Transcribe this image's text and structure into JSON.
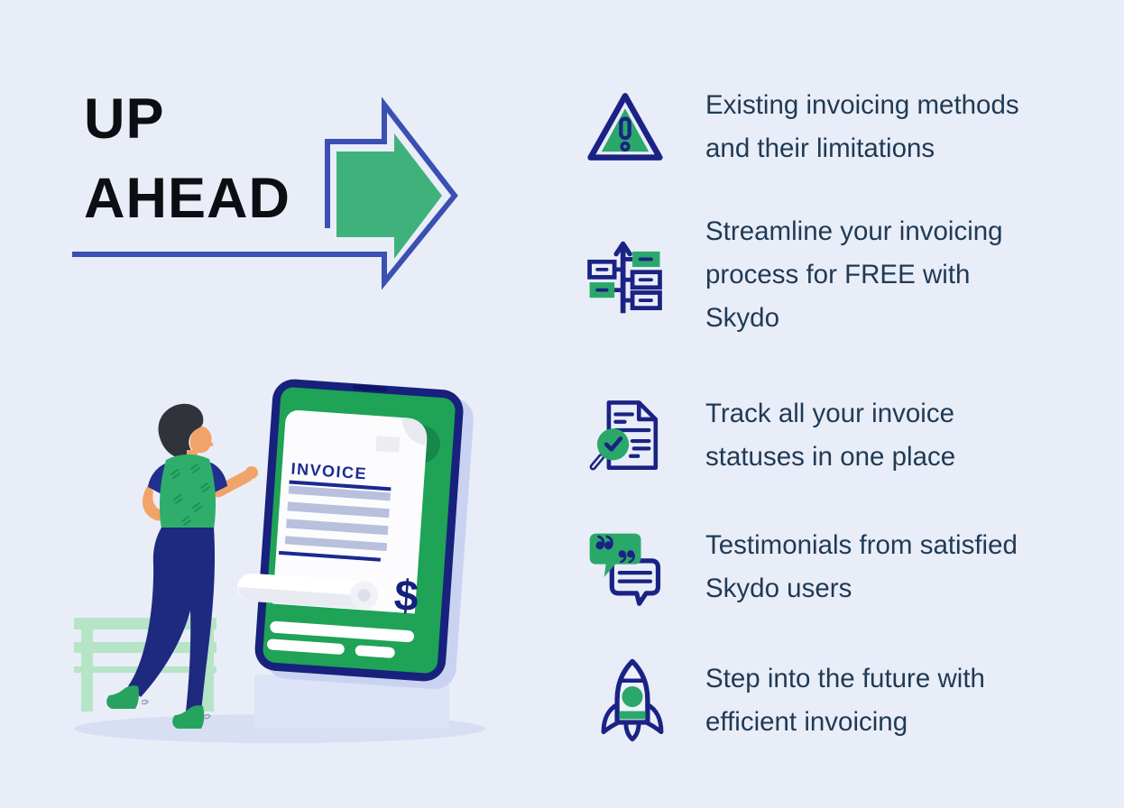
{
  "heading": {
    "line1": "UP",
    "line2": "AHEAD"
  },
  "items": [
    {
      "icon": "warning-triangle-icon",
      "text": "Existing invoicing methods\nand their limitations"
    },
    {
      "icon": "flowchart-icon",
      "text": "Streamline your invoicing\nprocess for FREE with\nSkydo"
    },
    {
      "icon": "invoice-search-icon",
      "text": "Track all your invoice\nstatuses in one place"
    },
    {
      "icon": "testimonials-icon",
      "text": "Testimonials from satisfied\nSkydo users"
    },
    {
      "icon": "rocket-icon",
      "text": "Step into the future with\nefficient invoicing"
    }
  ],
  "illustration": {
    "invoice_title": "INVOICE",
    "currency_symbol": "$"
  },
  "colors": {
    "background": "#e9edf8",
    "heading_text": "#0c0e12",
    "body_text": "#1f3a55",
    "icon_navy": "#1a2384",
    "icon_green": "#2aa86a",
    "arrow_outline_blue": "#3a50b2",
    "arrow_fill_green": "#3fb27b",
    "phone_navy": "#18217c",
    "phone_screen_green": "#1fa356",
    "bench_mint": "#b5e5c6"
  }
}
